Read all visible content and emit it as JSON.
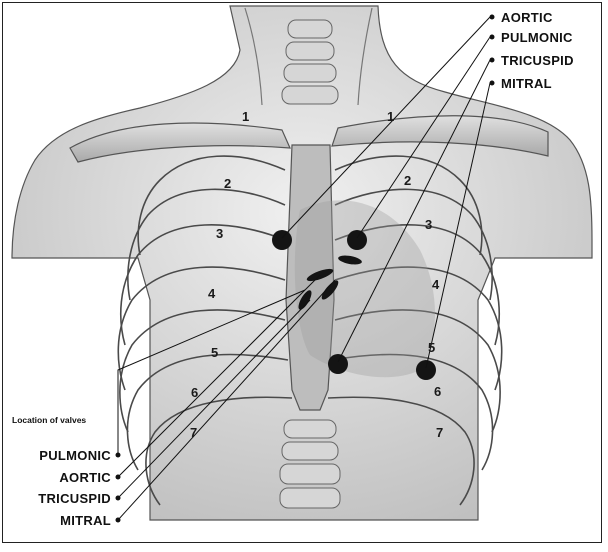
{
  "top_right_labels": [
    "AORTIC",
    "PULMONIC",
    "TRICUSPID",
    "MITRAL"
  ],
  "left_caption": "Location of valves",
  "bottom_left_labels": [
    "PULMONIC",
    "AORTIC",
    "TRICUSPID",
    "MITRAL"
  ],
  "left_rib_numbers": [
    "1",
    "2",
    "3",
    "4",
    "5",
    "6",
    "7"
  ],
  "right_rib_numbers": [
    "1",
    "2",
    "3",
    "4",
    "5",
    "6",
    "7"
  ],
  "colors": {
    "line": "#111111",
    "valve_dot": "#141414",
    "skin": "#e2e2e2",
    "bone": "#cfcfcf"
  }
}
